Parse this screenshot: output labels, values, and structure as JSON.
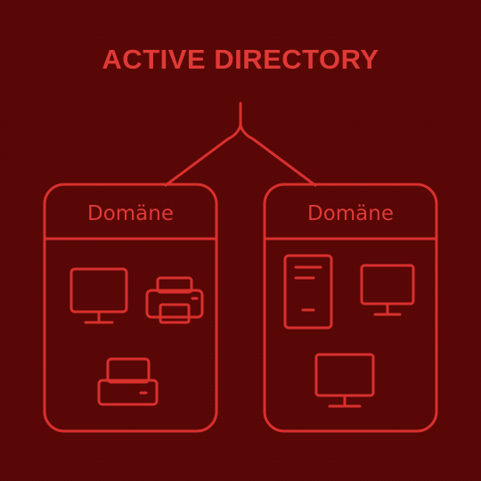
{
  "title": "ACTIVE DIRECTORY",
  "domains": [
    {
      "label": "Domäne",
      "devices": [
        "monitor-icon",
        "printer-icon",
        "printer-icon"
      ]
    },
    {
      "label": "Domäne",
      "devices": [
        "server-tower-icon",
        "monitor-icon",
        "monitor-icon"
      ]
    }
  ],
  "colors": {
    "background": "#5a0706",
    "accent": "#e03a36"
  }
}
